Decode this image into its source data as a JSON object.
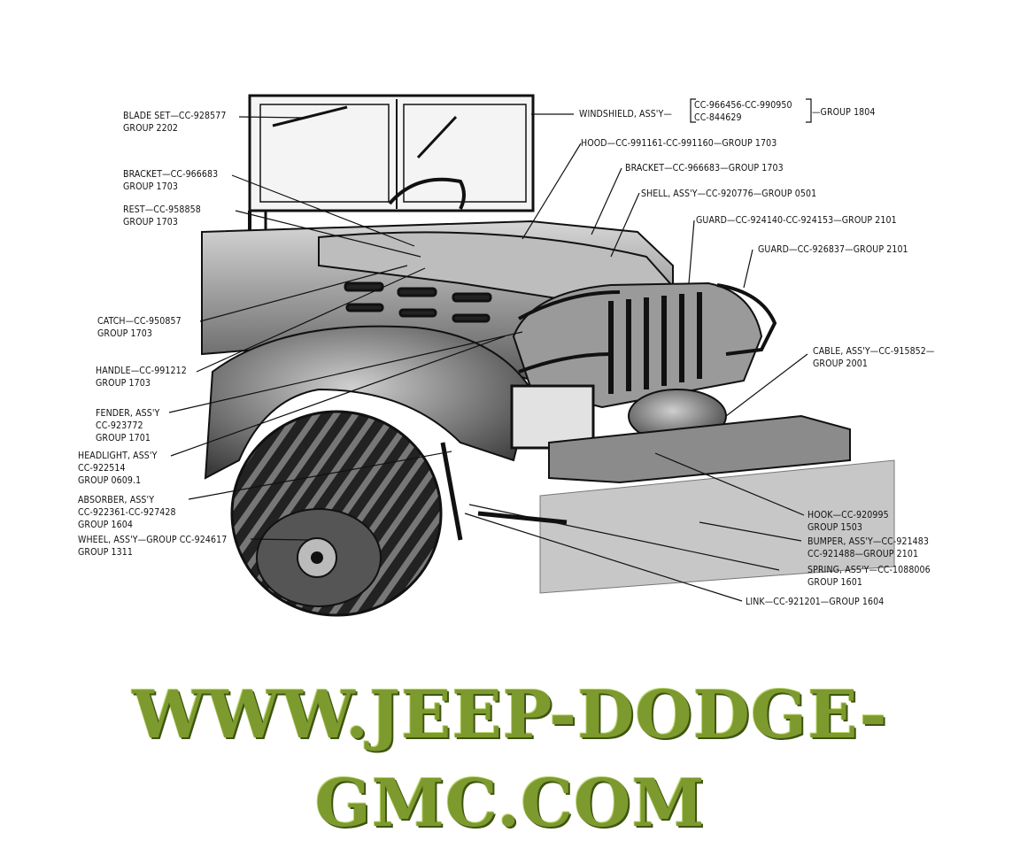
{
  "labels": {
    "blade_set": [
      "BLADE SET—CC-928577",
      "GROUP 2202"
    ],
    "bracket_left": [
      "BRACKET—CC-966683",
      "GROUP 1703"
    ],
    "rest": [
      "REST—CC-958858",
      "GROUP 1703"
    ],
    "catch": [
      "CATCH—CC-950857",
      "GROUP 1703"
    ],
    "handle": [
      "HANDLE—CC-991212",
      "GROUP 1703"
    ],
    "fender": [
      "FENDER, ASS'Y",
      "CC-923772",
      "GROUP 1701"
    ],
    "headlight": [
      "HEADLIGHT, ASS'Y",
      "CC-922514",
      "GROUP 0609.1"
    ],
    "absorber": [
      "ABSORBER, ASS'Y",
      "CC-922361-CC-927428",
      "GROUP 1604"
    ],
    "wheel": [
      "WHEEL, ASS'Y—GROUP CC-924617",
      "GROUP 1311"
    ],
    "windshield_prefix": "WINDSHIELD, ASS'Y—",
    "windshield_parts": [
      "CC-966456-CC-990950",
      "CC-844629"
    ],
    "windshield_group": "—GROUP 1804",
    "hood": "HOOD—CC-991161-CC-991160—GROUP 1703",
    "bracket_right": "BRACKET—CC-966683—GROUP 1703",
    "shell": "SHELL, ASS'Y—CC-920776—GROUP 0501",
    "guard_1": "GUARD—CC-924140-CC-924153—GROUP 2101",
    "guard_2": "GUARD—CC-926837—GROUP 2101",
    "cable": [
      "CABLE, ASS'Y—CC-915852—",
      "GROUP 2001"
    ],
    "hook": [
      "HOOK—CC-920995",
      "GROUP 1503"
    ],
    "bumper": [
      "BUMPER, ASS'Y—CC-921483",
      "CC-921488—GROUP 2101"
    ],
    "spring": [
      "SPRING, ASS'Y—CC-1088006",
      "GROUP 1601"
    ],
    "link": "LINK—CC-921201—GROUP 1604"
  },
  "footer": {
    "text": "WWW.JEEP-DODGE-GMC.COM",
    "color": "#7d9a2e"
  }
}
